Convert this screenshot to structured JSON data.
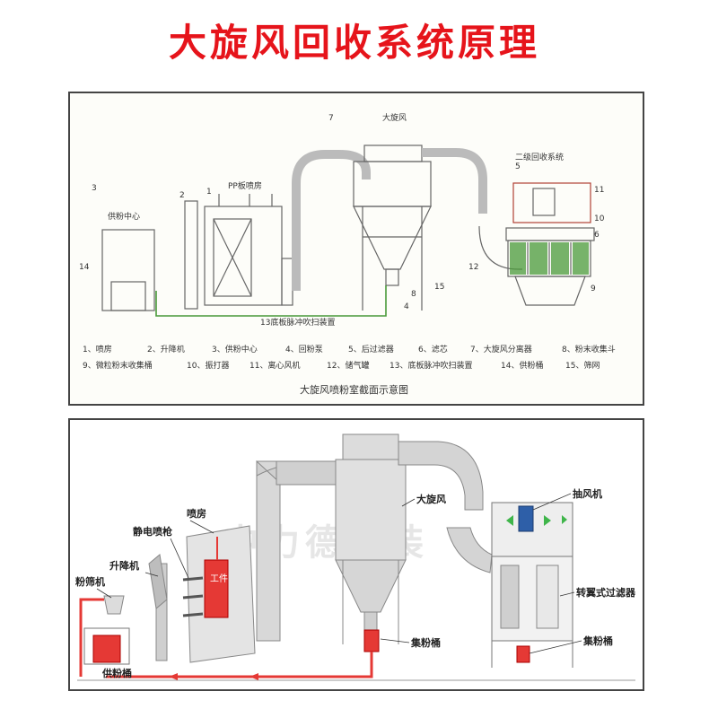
{
  "title": "大旋风回收系统原理",
  "panel1": {
    "caption": "大旋风喷粉室截面示意图",
    "labels": {
      "cyclone": "大旋风",
      "secondary": "二级回收系统",
      "booth": "PP板喷房",
      "powder_center": "供粉中心",
      "pulse": "13底板脉冲吹扫装置"
    },
    "numbers": [
      "1",
      "2",
      "3",
      "4",
      "5",
      "6",
      "7",
      "8",
      "9",
      "10",
      "11",
      "12",
      "14",
      "15"
    ],
    "legend": [
      "1、喷房",
      "2、升降机",
      "3、供粉中心",
      "4、回粉泵",
      "5、后过滤器",
      "6、滤芯",
      "7、大旋风分离器",
      "8、粉末收集斗",
      "9、微粒粉末收集桶",
      "10、振打器",
      "11、离心风机",
      "12、储气罐",
      "13、底板脉冲吹扫装置",
      "14、供粉桶",
      "15、筛网"
    ]
  },
  "panel2": {
    "labels": {
      "cyclone": "大旋风",
      "fan": "抽风机",
      "filter": "转翼式过滤器",
      "bucket1": "集粉桶",
      "bucket2": "集粉桶",
      "booth": "喷房",
      "gun": "静电喷枪",
      "lift": "升降机",
      "sieve": "粉筛机",
      "supply": "供粉桶",
      "work": "工件"
    },
    "watermark": "中力德涂装"
  }
}
